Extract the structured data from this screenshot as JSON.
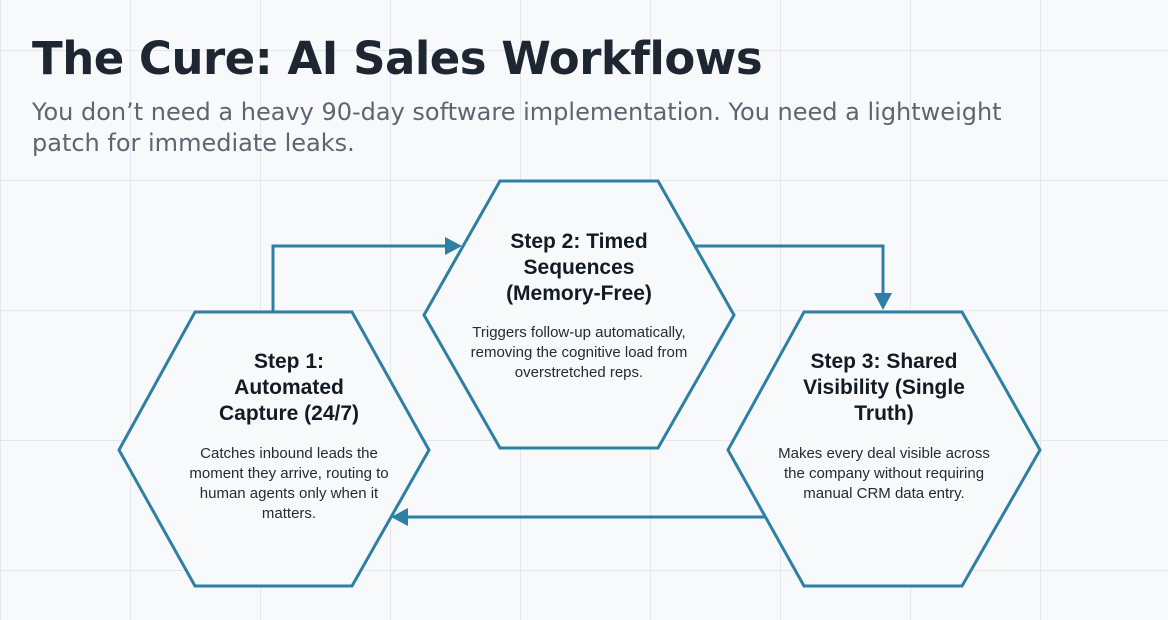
{
  "header": {
    "title": "The Cure: AI Sales Workflows",
    "subtitle": "You don’t need a heavy 90-day software implementation. You need a lightweight patch for immediate leaks."
  },
  "steps": [
    {
      "title": "Step 1: Automated Capture (24/7)",
      "description": "Catches inbound leads the moment they arrive, routing to human agents only when it matters."
    },
    {
      "title": "Step 2: Timed Sequences (Memory-Free)",
      "description": "Triggers follow-up automatically, removing the cognitive load from overstretched reps."
    },
    {
      "title": "Step 3: Shared Visibility (Single Truth)",
      "description": "Makes every deal visible across the company without requiring manual CRM data entry."
    }
  ],
  "flow": [
    {
      "from": "Step 1",
      "to": "Step 2"
    },
    {
      "from": "Step 2",
      "to": "Step 3"
    },
    {
      "from": "Step 3",
      "to": "Step 1"
    }
  ],
  "colors": {
    "accent": "#2e7fa3",
    "title": "#1e2731",
    "subtitle": "#5d6670",
    "background": "#f7f9fb"
  }
}
